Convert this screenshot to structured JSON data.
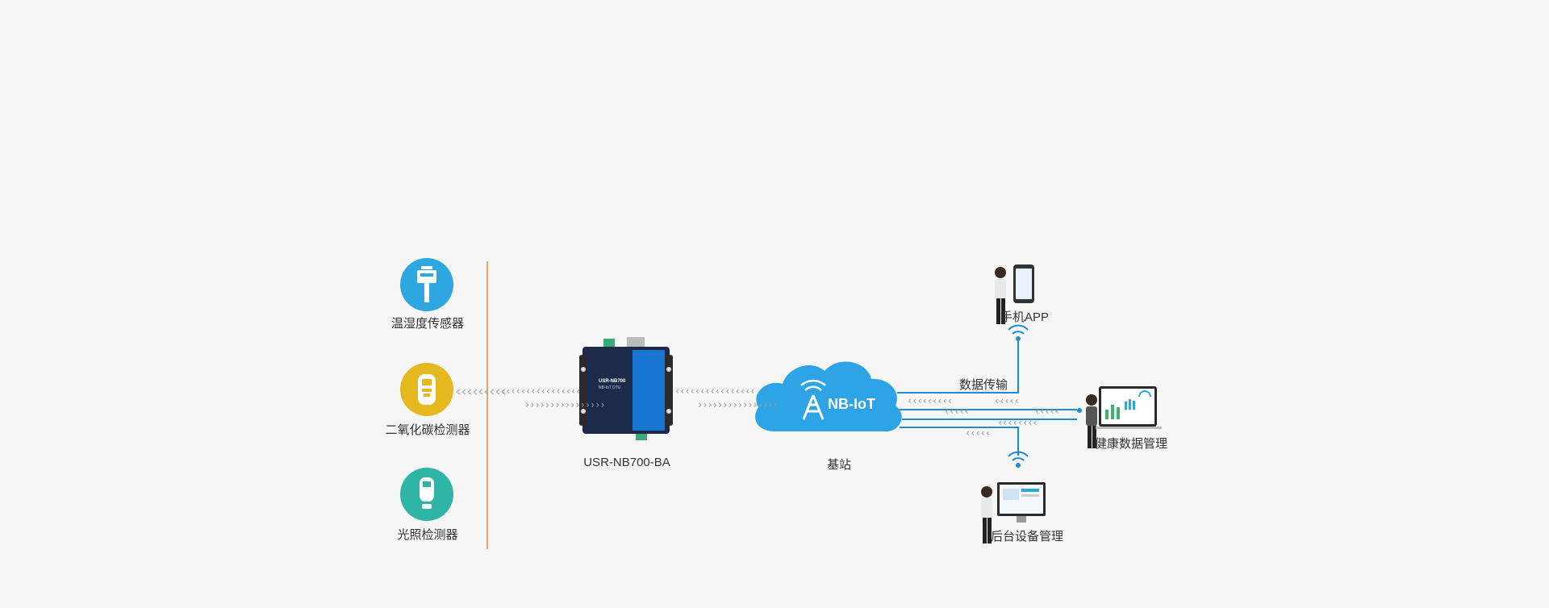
{
  "sensors": [
    {
      "label": "温湿度传感器",
      "color": "#2ea7e0",
      "icon": "temperature-humidity-sensor-icon"
    },
    {
      "label": "二氧化碳检测器",
      "color": "#e6b820",
      "icon": "co2-detector-icon"
    },
    {
      "label": "光照检测器",
      "color": "#2fb5a5",
      "icon": "light-detector-icon"
    }
  ],
  "device": {
    "label": "USR-NB700-BA",
    "faceplate_model": "USR-NB700",
    "faceplate_sub": "NB-IoT DTU"
  },
  "cloud": {
    "text": "NB-IoT",
    "caption": "基站"
  },
  "transmission_label": "数据传输",
  "targets": {
    "mobile": "手机APP",
    "health": "健康数据管理",
    "backend": "后台设备管理"
  },
  "colors": {
    "divider": "#f1a35f",
    "line": "#1f8bd0",
    "cloud": "#2ea3e6",
    "device": "#1d2a4a"
  }
}
